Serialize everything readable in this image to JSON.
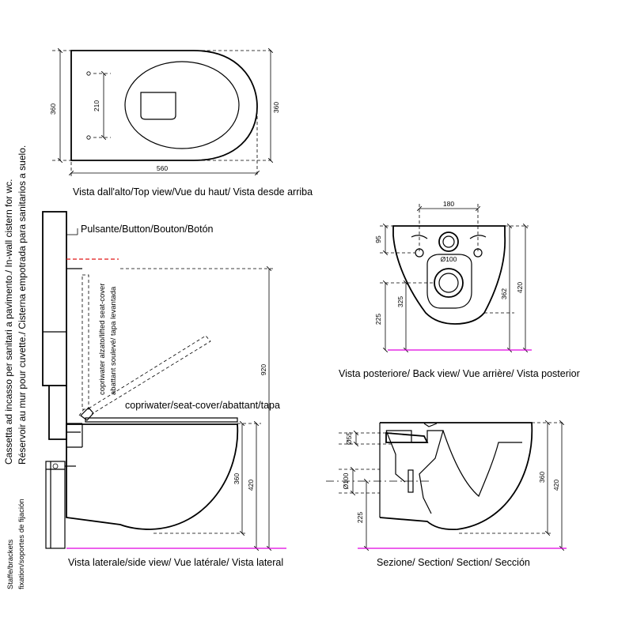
{
  "views": {
    "top": {
      "caption": "Vista dall'alto/Top view/Vue du haut/ Vista desde arriba",
      "dims": {
        "width": "560",
        "depth_left": "360",
        "depth_right": "360",
        "holes": "210"
      }
    },
    "side": {
      "caption": "Vista laterale/side view/ Vue latérale/ Vista lateral",
      "button_label": "Pulsante/Button/Bouton/Botón",
      "seat_cover_label": "copriwater/seat-cover/abattant/tapa",
      "lifted_cover_label_1": "copriwater alzato/lifted seat-cover",
      "lifted_cover_label_2": "abattant soulevé/ tapa levantada",
      "dims": {
        "total_height": "920",
        "bowl_height": "360",
        "rim_height": "420"
      }
    },
    "back": {
      "caption": "Vista posteriore/ Back view/ Vue arrière/ Vista posterior",
      "dims": {
        "bolt_spacing": "180",
        "top_offset": "95",
        "outlet_diameter": "Ø100",
        "outlet_height": "325",
        "inlet_height": "225",
        "bowl_height": "362",
        "rim_height": "420"
      }
    },
    "section": {
      "caption": "Sezione/ Section/ Section/ Sección",
      "dims": {
        "inlet_diameter": "Ø55",
        "outlet_diameter": "Ø100",
        "outlet_height": "225",
        "bowl_height": "360",
        "rim_height": "420"
      }
    }
  },
  "vertical_labels": {
    "cistern_line_1": "Cassetta ad incasso per sanitari a pavimento./ In-wall cistern for wc.",
    "cistern_line_2": "Réservoir au mur pour cuvette./ Cisterna empotrada para sanitarios a suelo.",
    "brackets_line_1": "Staffe/brackets",
    "brackets_line_2": "fixation/soportes de fijación"
  }
}
